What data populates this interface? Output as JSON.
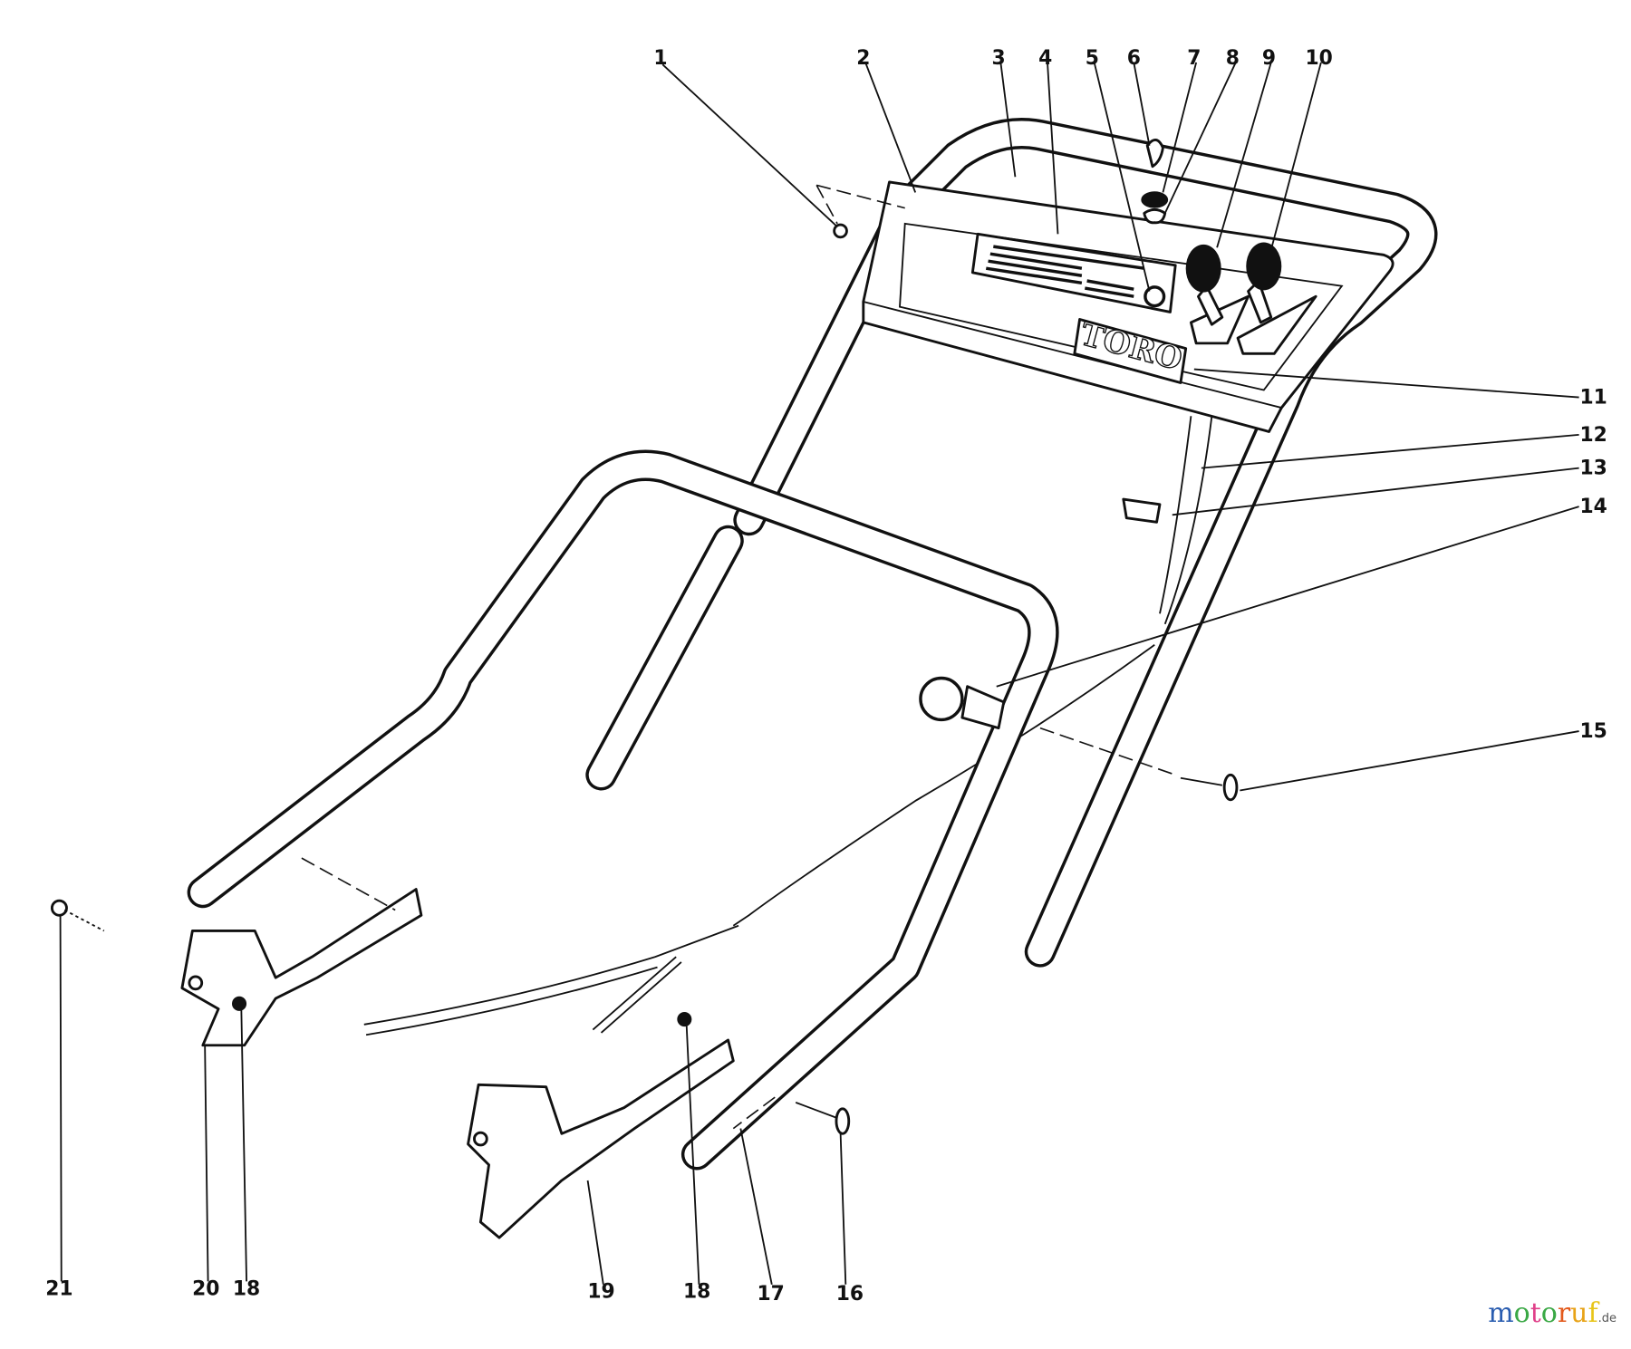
{
  "diagram": {
    "brand_marking": "TORO",
    "callouts": [
      "1",
      "2",
      "3",
      "4",
      "5",
      "6",
      "7",
      "8",
      "9",
      "10",
      "11",
      "12",
      "13",
      "14",
      "15",
      "16",
      "17",
      "18",
      "19",
      "18",
      "20",
      "21"
    ]
  },
  "watermark": {
    "text": "motoruf",
    "suffix": ".de",
    "colors": [
      "#2a5db0",
      "#3aa845",
      "#e0418a",
      "#3aa845",
      "#e35a1c",
      "#e8a317",
      "#e8c51a"
    ]
  }
}
